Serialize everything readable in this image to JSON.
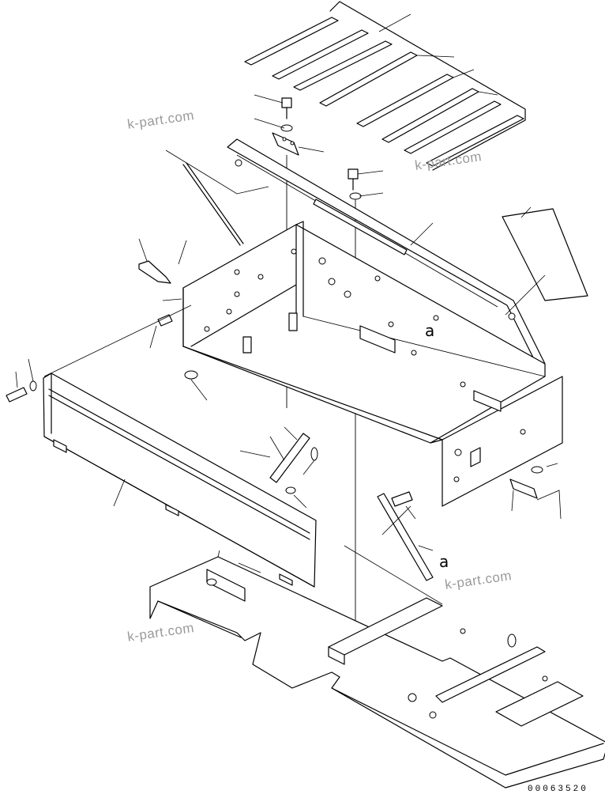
{
  "diagram": {
    "drawing_number": "00063520",
    "view_marks": [
      "a",
      "a"
    ],
    "watermarks": [
      "k-part.com",
      "k-part.com",
      "k-part.com",
      "k-part.com"
    ]
  },
  "colors": {
    "line": "#000000",
    "watermark": "#9a9a9a",
    "background": "#ffffff"
  }
}
